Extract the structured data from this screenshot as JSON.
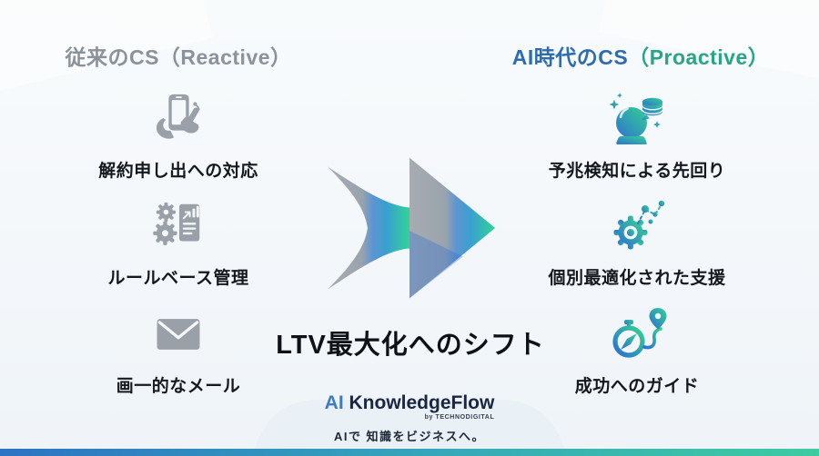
{
  "left_section": {
    "title": "従来のCS（Reactive）",
    "items": [
      {
        "icon": "phone-tap-icon",
        "label": "解約申し出への対応"
      },
      {
        "icon": "gears-document-icon",
        "label": "ルールベース管理"
      },
      {
        "icon": "envelope-icon",
        "label": "画一的なメール"
      }
    ]
  },
  "right_section": {
    "title_main": "AI時代のCS",
    "title_paren": "（Proactive）",
    "items": [
      {
        "icon": "crystal-ball-data-icon",
        "label": "予兆検知による先回り"
      },
      {
        "icon": "gear-network-icon",
        "label": "個別最適化された支援"
      },
      {
        "icon": "compass-pin-icon",
        "label": "成功へのガイド"
      }
    ]
  },
  "center": {
    "arrow_icon": "shift-arrow",
    "caption": "LTV最大化へのシフト"
  },
  "footer": {
    "logo_prefix": "AI",
    "logo_name": "KnowledgeFlow",
    "logo_byline": "by TECHNODIGITAL",
    "tagline": "AIで 知識をビジネスへ。"
  },
  "colors": {
    "background": "#f5f8fa",
    "reactive_gray": "#8b929b",
    "icon_gray": "#9aa0a8",
    "proactive_blue": "#2e6cb0",
    "proactive_teal": "#2aa487",
    "icon_gradient_blue": "#2f72cf",
    "icon_gradient_green": "#34d193",
    "footer_bar_left": "#2d73c3",
    "footer_bar_right": "#3ecba1",
    "logo_navy": "#1a2642",
    "text_black": "#15181d"
  }
}
